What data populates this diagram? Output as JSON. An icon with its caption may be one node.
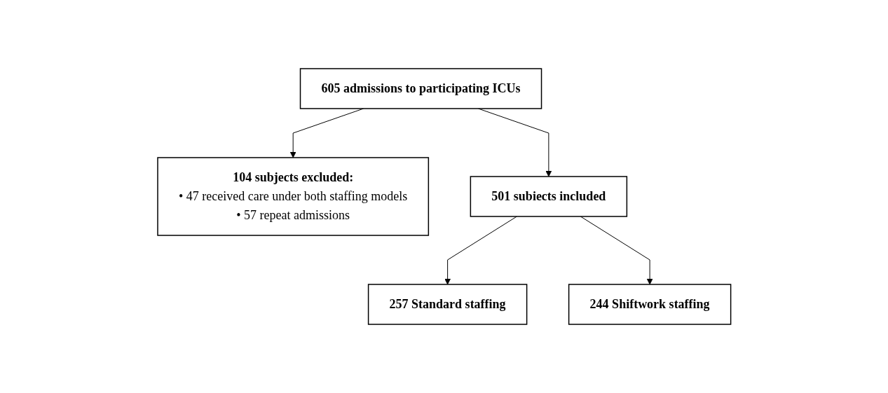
{
  "diagram": {
    "nodes": [
      {
        "text": [
          "605 admissions to participating ICUs"
        ]
      },
      {
        "text": [
          "104 subjects excluded:",
          "• 47 received care under both staffing models",
          "• 57 repeat admissions"
        ]
      },
      {
        "text": [
          "501 subiects included"
        ]
      },
      {
        "text": [
          "257 Standard staffing"
        ]
      },
      {
        "text": [
          "244 Shiftwork staffing"
        ]
      }
    ],
    "edges": [
      {
        "from": 0,
        "to": 1,
        "arrow": "to"
      },
      {
        "from": 0,
        "to": 2,
        "arrow": "to"
      },
      {
        "from": 2,
        "to": 3,
        "arrow": "to"
      },
      {
        "from": 2,
        "to": 4,
        "arrow": "to"
      }
    ]
  }
}
